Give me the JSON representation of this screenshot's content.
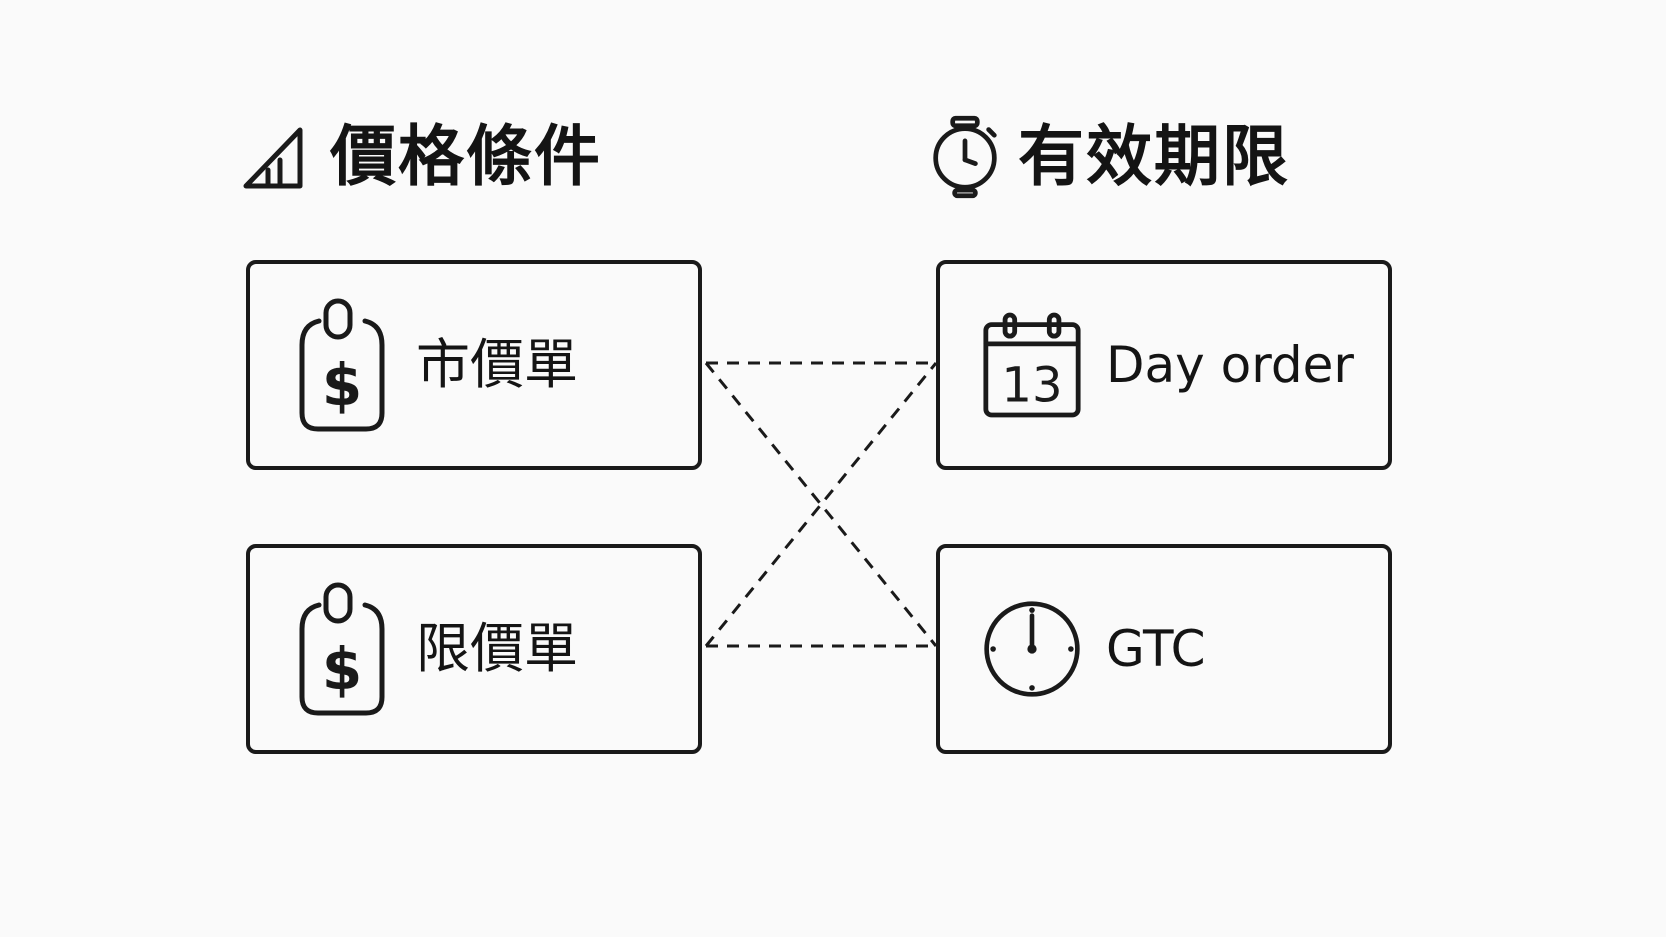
{
  "headers": {
    "left": {
      "title": "價格條件",
      "icon": "bar-chart-icon"
    },
    "right": {
      "title": "有效期限",
      "icon": "stopwatch-icon"
    }
  },
  "cards": {
    "market": {
      "label": "市價單",
      "icon": "price-tag-dollar-icon"
    },
    "limit": {
      "label": "限價單",
      "icon": "price-tag-dollar-icon"
    },
    "day": {
      "label": "Day order",
      "icon": "calendar-icon",
      "calendar_day": "13"
    },
    "gtc": {
      "label": "GTC",
      "icon": "clock-icon"
    }
  },
  "connections": [
    {
      "from": "market",
      "to": "day",
      "style": "dashed"
    },
    {
      "from": "market",
      "to": "gtc",
      "style": "dashed"
    },
    {
      "from": "limit",
      "to": "day",
      "style": "dashed"
    },
    {
      "from": "limit",
      "to": "gtc",
      "style": "dashed"
    }
  ],
  "colors": {
    "stroke": "#1a1a1a",
    "background": "#fafafa"
  }
}
